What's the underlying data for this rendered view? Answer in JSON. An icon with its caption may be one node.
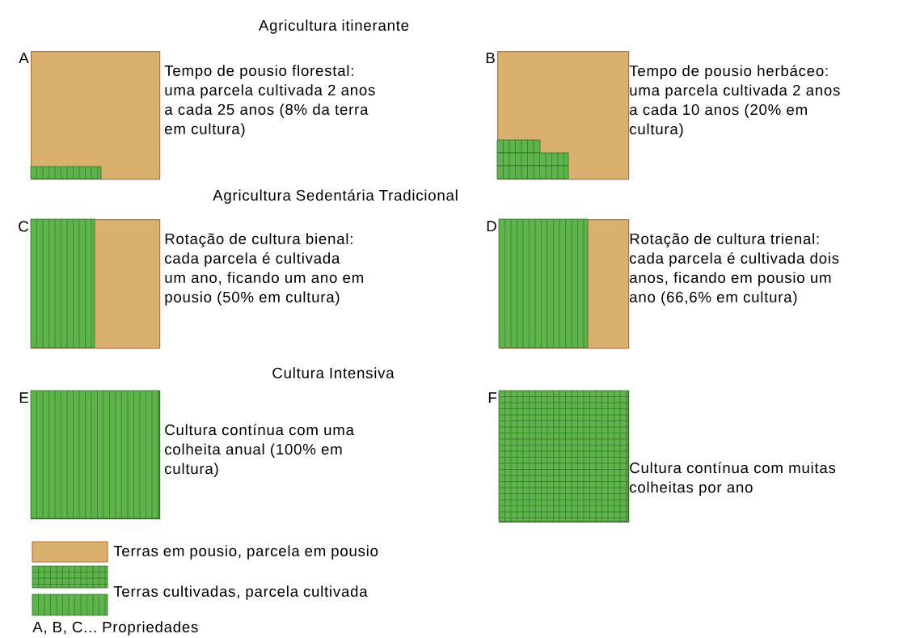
{
  "diagram": {
    "nodes": [
      {
        "text": [],
        "shape": "box",
        "beside": [
          "A",
          "Tempo de pousio florestal: uma parcela cultivada 2 anos a cada 25 anos (8% da terra em cultura)"
        ]
      },
      {
        "text": [],
        "shape": "box",
        "beside": [
          "B",
          "Tempo de pousio herbáceo: uma parcela cultivada 2 anos a cada 10 anos (20% em cultura)"
        ]
      },
      {
        "text": [],
        "shape": "box",
        "beside": [
          "C",
          "Rotação de cultura bienal: cada parcela é cultivada um ano, ficando um ano em pousio (50% em cultura)"
        ]
      },
      {
        "text": [],
        "shape": "box",
        "beside": [
          "D",
          "Rotação de cultura trienal: cada parcela é cultivada dois anos, ficando em pousio um ano (66,6% em cultura)"
        ]
      },
      {
        "text": [],
        "shape": "box",
        "beside": [
          "E",
          "Cultura contínua com uma colheita anual (100% em cultura)"
        ]
      },
      {
        "text": [],
        "shape": "box",
        "beside": [
          "F",
          "Cultura contínua com muitas colheitas por ano"
        ]
      }
    ],
    "labels": [
      "Agricultura itinerante",
      "Agricultura Sedentária Tradicional",
      "Cultura Intensiva",
      "A, B, C... Propriedades"
    ],
    "legend": [
      {
        "text": "Terras em pousio, parcela em pousio",
        "color": "#d9b06e"
      },
      {
        "text": "Terras cultivadas, parcela cultivada"
      }
    ]
  }
}
